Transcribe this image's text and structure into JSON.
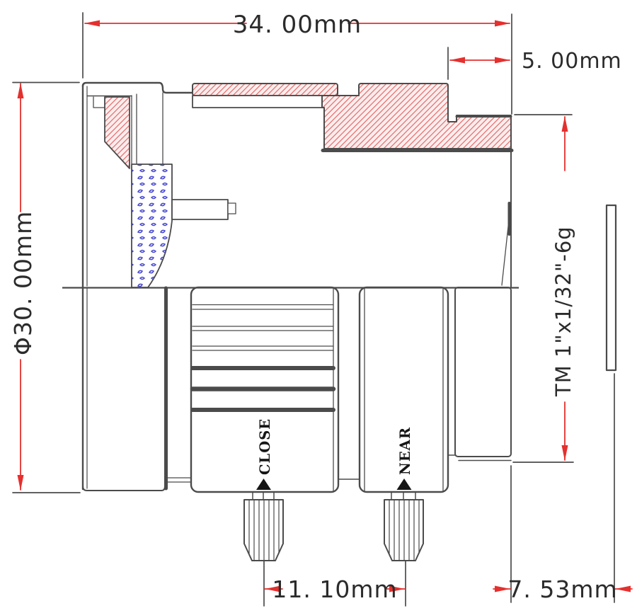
{
  "drawing": {
    "type": "lens cross-section engineering drawing",
    "dimensions": {
      "total_length": "34. 00mm",
      "rear_step": "5. 00mm",
      "outer_diameter": "Φ30. 00mm",
      "thread_spec": "TM 1\"x1/32\"-6g",
      "screw_spacing": "11. 10mm",
      "back_focus": "7. 53mm"
    },
    "labels": {
      "close": "CLOSE",
      "near": "NEAR"
    },
    "colors": {
      "dimension_red": "#e4302e",
      "outline_gray": "#4b4b4b",
      "hatch_red": "#e47070",
      "hatch_fill": "#fdeeee",
      "glass_blue": "#4747cf",
      "text_dark": "#2b2b2b",
      "background": "#ffffff"
    }
  }
}
